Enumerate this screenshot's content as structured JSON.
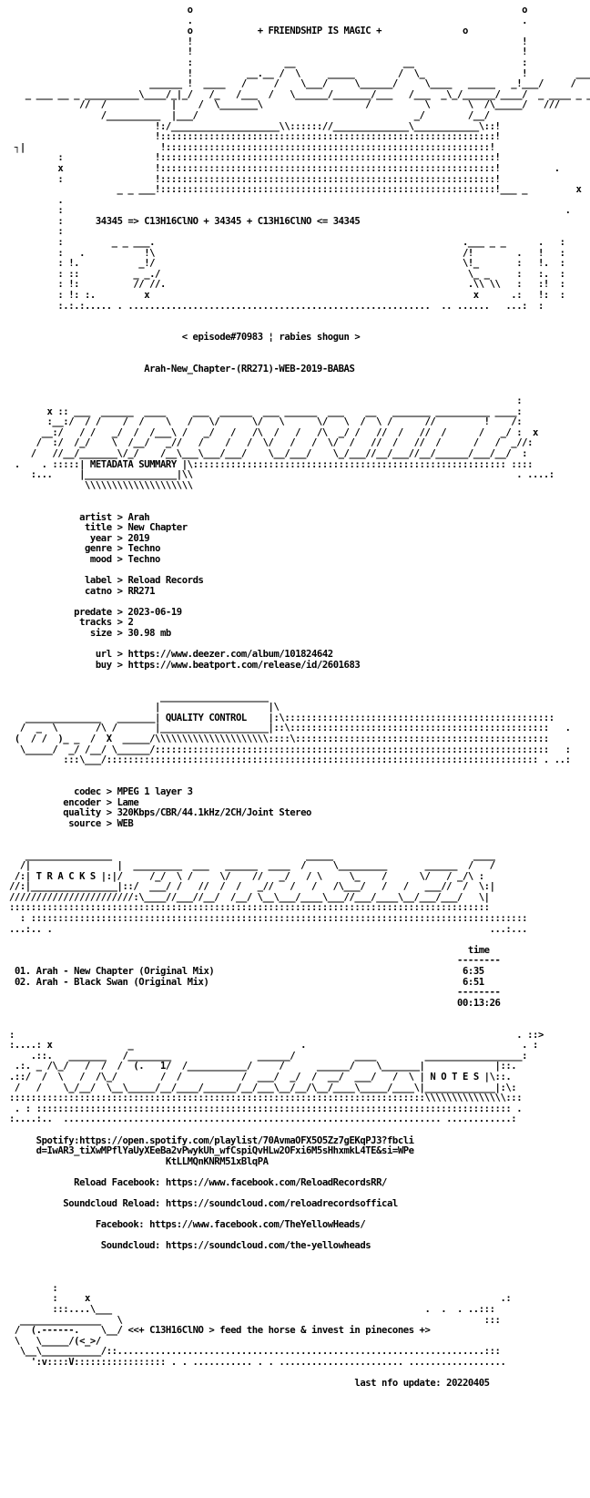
{
  "header": {
    "title_line": "+ FRIENDSHIP IS MAGIC +",
    "formula_line": "34345 => C13H16ClNO + 34345 + C13H16ClNO <= 34345",
    "episode": "< episode#70983 ¦ rabies shogun >",
    "release_name": "Arah-New_Chapter-(RR271)-WEB-2019-BABAS"
  },
  "sections": {
    "metadata_title": "METADATA SUMMARY",
    "quality_title": "QUALITY CONTROL",
    "tracks_title": "T R A C K S",
    "notes_title": "N O T E S"
  },
  "metadata": {
    "artist": "Arah",
    "title": "New Chapter",
    "year": "2019",
    "genre": "Techno",
    "mood": "Techno",
    "label": "Reload Records",
    "catno": "RR271",
    "predate": "2023-06-19",
    "tracks": "2",
    "size": "30.98 mb",
    "url": "https://www.deezer.com/album/101824642",
    "buy": "https://www.beatport.com/release/id/2601683"
  },
  "quality": {
    "codec": "MPEG 1 layer 3",
    "encoder": "Lame",
    "quality": "320Kbps/CBR/44.1kHz/2CH/Joint Stereo",
    "source": "WEB"
  },
  "tracklist": {
    "time_header": "time",
    "items": [
      {
        "num": "01.",
        "name": "Arah - New Chapter (Original Mix)",
        "time": "6:35"
      },
      {
        "num": "02.",
        "name": "Arah - Black Swan (Original Mix)",
        "time": "6:51"
      }
    ],
    "total": "00:13:26"
  },
  "notes": {
    "spotify": [
      "Spotify:https://open.spotify.com/playlist/70AvmaOFX5O5Zz7gEKqPJ3?fbcli",
      "d=IwAR3_tiXwMPflYaUyXEeBa2vPwykUh_wfCspiQvHLw2OFxi6M5sHhxmkL4TE&si=WPe",
      "KtLLMQnKNRM51xBlqPA"
    ],
    "links": [
      "Reload Facebook: https://www.facebook.com/ReloadRecordsRR/",
      "Soundcloud Reload: https://soundcloud.com/reloadrecordsoffical",
      "Facebook: https://www.facebook.com/TheYellowHeads/",
      "Soundcloud: https://soundcloud.com/the-yellowheads"
    ]
  },
  "footer": {
    "slogan": "<<+ C13H16ClNO > feed the horse & invest in pinecones +>",
    "last_update": "last nfo update: 20220405"
  }
}
